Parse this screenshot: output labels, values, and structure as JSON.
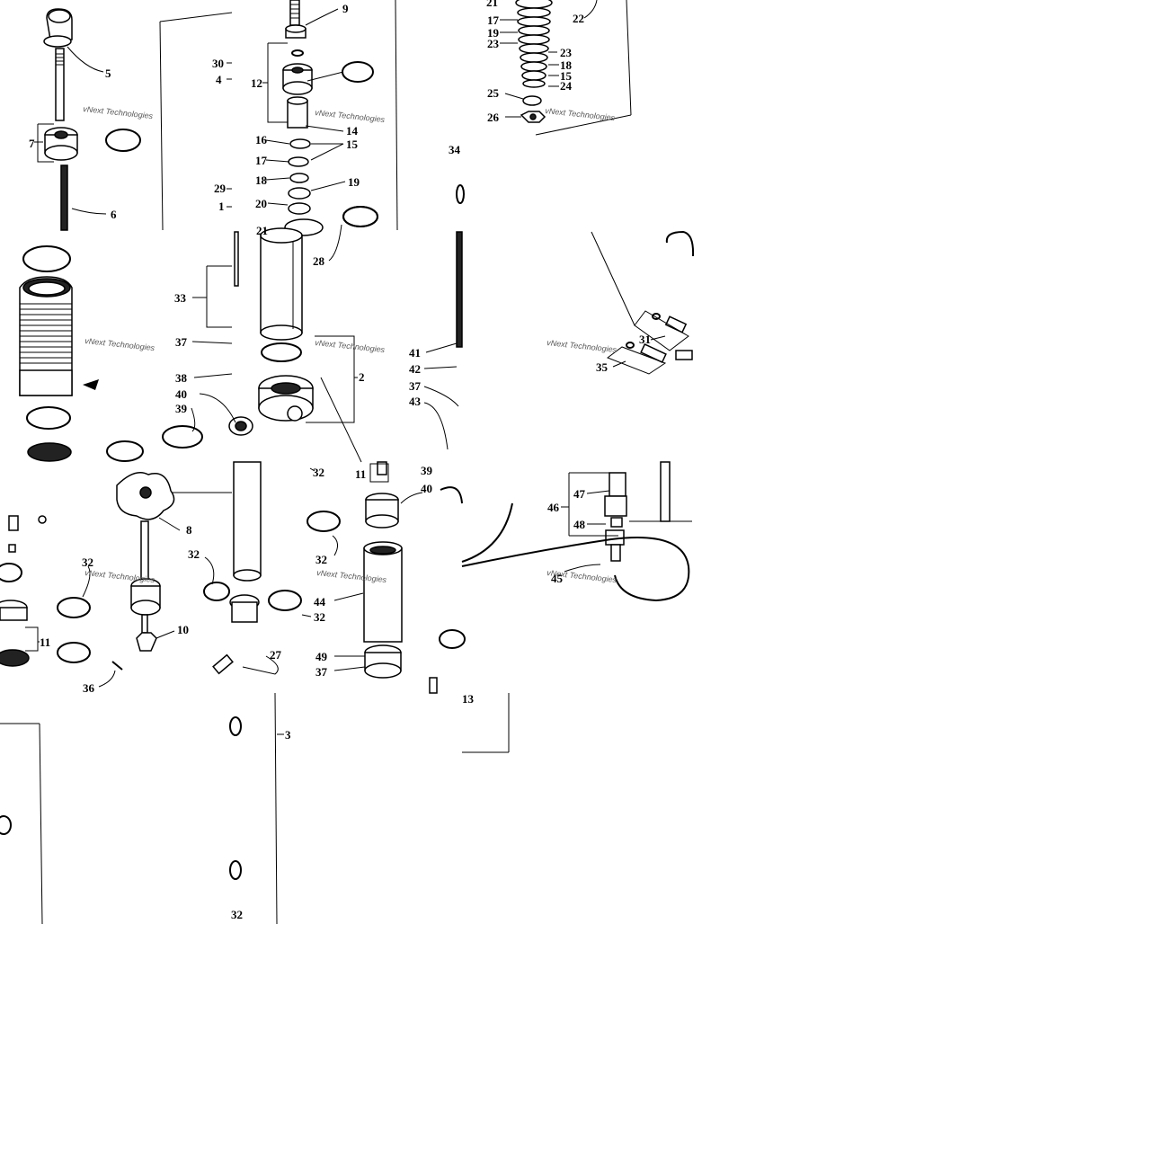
{
  "callouts": [
    {
      "id": "c5a",
      "text": "5"
    },
    {
      "id": "c7",
      "text": "7"
    },
    {
      "id": "c6",
      "text": "6"
    },
    {
      "id": "c9",
      "text": "9"
    },
    {
      "id": "c30",
      "text": "30"
    },
    {
      "id": "c4",
      "text": "4"
    },
    {
      "id": "c12",
      "text": "12"
    },
    {
      "id": "c14",
      "text": "14"
    },
    {
      "id": "c16",
      "text": "16"
    },
    {
      "id": "c15a",
      "text": "15"
    },
    {
      "id": "c17a",
      "text": "17"
    },
    {
      "id": "c18a",
      "text": "18"
    },
    {
      "id": "c19a",
      "text": "19"
    },
    {
      "id": "c20",
      "text": "20"
    },
    {
      "id": "c29",
      "text": "29"
    },
    {
      "id": "c1",
      "text": "1"
    },
    {
      "id": "c21",
      "text": "21"
    },
    {
      "id": "c28",
      "text": "28"
    },
    {
      "id": "c21b",
      "text": "21"
    },
    {
      "id": "c17b",
      "text": "17"
    },
    {
      "id": "c19b",
      "text": "19"
    },
    {
      "id": "c23a",
      "text": "23"
    },
    {
      "id": "c22",
      "text": "22"
    },
    {
      "id": "c23b",
      "text": "23"
    },
    {
      "id": "c18b",
      "text": "18"
    },
    {
      "id": "c15b",
      "text": "15"
    },
    {
      "id": "c24",
      "text": "24"
    },
    {
      "id": "c25",
      "text": "25"
    },
    {
      "id": "c26",
      "text": "26"
    },
    {
      "id": "c34",
      "text": "34"
    },
    {
      "id": "c33",
      "text": "33"
    },
    {
      "id": "c37a",
      "text": "37"
    },
    {
      "id": "c38",
      "text": "38"
    },
    {
      "id": "c40a",
      "text": "40"
    },
    {
      "id": "c39a",
      "text": "39"
    },
    {
      "id": "c2",
      "text": "2"
    },
    {
      "id": "c41",
      "text": "41"
    },
    {
      "id": "c42",
      "text": "42"
    },
    {
      "id": "c37b",
      "text": "37"
    },
    {
      "id": "c43",
      "text": "43"
    },
    {
      "id": "c31",
      "text": "31"
    },
    {
      "id": "c35",
      "text": "35"
    },
    {
      "id": "c8",
      "text": "8"
    },
    {
      "id": "c32a",
      "text": "32"
    },
    {
      "id": "c32b",
      "text": "32"
    },
    {
      "id": "c11a",
      "text": "11"
    },
    {
      "id": "c10",
      "text": "10"
    },
    {
      "id": "c36",
      "text": "36"
    },
    {
      "id": "c32c",
      "text": "32"
    },
    {
      "id": "c11b",
      "text": "11"
    },
    {
      "id": "c39b",
      "text": "39"
    },
    {
      "id": "c40b",
      "text": "40"
    },
    {
      "id": "c32d",
      "text": "32"
    },
    {
      "id": "c44",
      "text": "44"
    },
    {
      "id": "c32e",
      "text": "32"
    },
    {
      "id": "c49",
      "text": "49"
    },
    {
      "id": "c37c",
      "text": "37"
    },
    {
      "id": "c27",
      "text": "27"
    },
    {
      "id": "c13",
      "text": "13"
    },
    {
      "id": "c47",
      "text": "47"
    },
    {
      "id": "c46",
      "text": "46"
    },
    {
      "id": "c48",
      "text": "48"
    },
    {
      "id": "c45",
      "text": "45"
    },
    {
      "id": "c3",
      "text": "3"
    },
    {
      "id": "c32f",
      "text": "32"
    }
  ],
  "watermark": "vNext Technologies"
}
